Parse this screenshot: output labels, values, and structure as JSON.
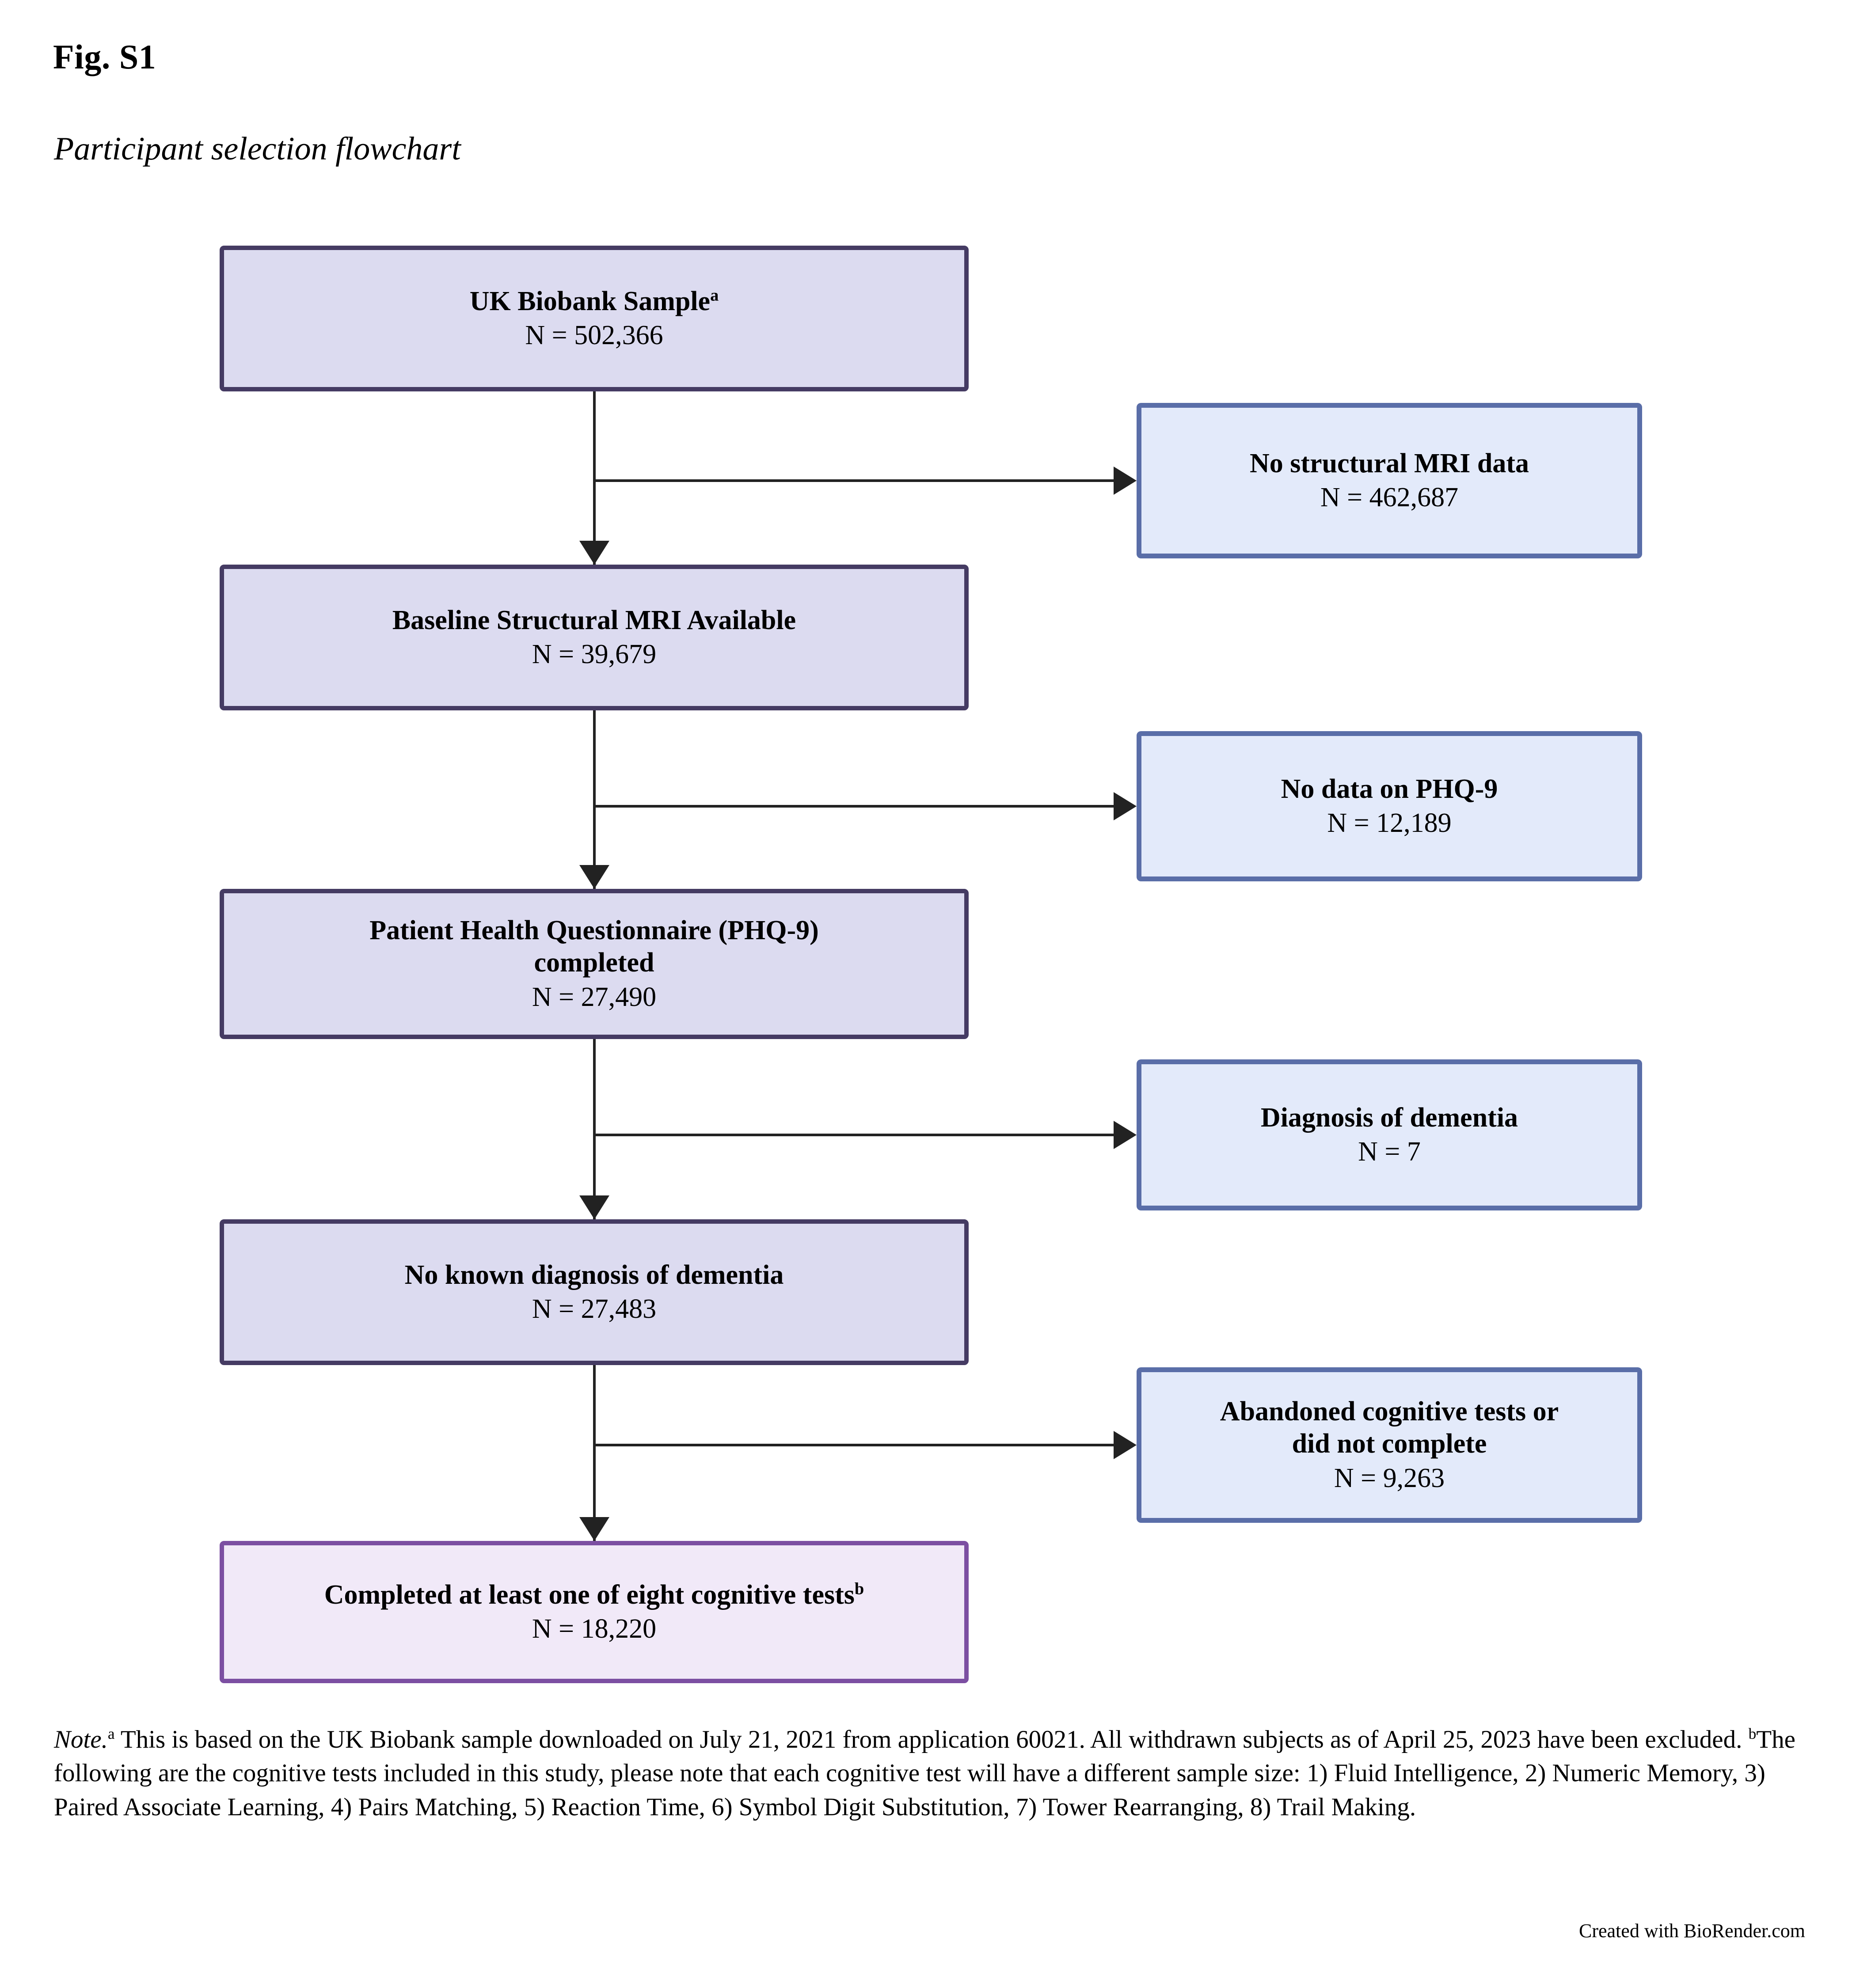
{
  "figure": {
    "label": "Fig. S1",
    "subtitle": "Participant selection flowchart"
  },
  "colors": {
    "main_box_fill": "#dcdbf0",
    "main_box_border": "#453b63",
    "side_box_fill": "#e3eafa",
    "side_box_border": "#5a6ea8",
    "final_box_fill": "#f1e9f8",
    "final_box_border": "#7c4fa2",
    "connector": "#222222",
    "page_background": "#ffffff"
  },
  "chart_data": {
    "type": "flowchart",
    "title": "Participant selection flowchart",
    "orientation": "top-to-bottom with right-side exclusion branches",
    "main_nodes": [
      {
        "id": "ukb",
        "label": "UK Biobank Sample",
        "footnote_marker": "a",
        "n_label": "N = 502,366",
        "n": 502366
      },
      {
        "id": "mri",
        "label": "Baseline Structural MRI Available",
        "footnote_marker": "",
        "n_label": "N = 39,679",
        "n": 39679
      },
      {
        "id": "phq",
        "label": "Patient Health Questionnaire (PHQ-9)\ncompleted",
        "footnote_marker": "",
        "n_label": "N = 27,490",
        "n": 27490
      },
      {
        "id": "nodementia",
        "label": "No known diagnosis of dementia",
        "footnote_marker": "",
        "n_label": "N = 27,483",
        "n": 27483
      },
      {
        "id": "final",
        "label": "Completed at least one of eight cognitive tests",
        "footnote_marker": "b",
        "n_label": "N = 18,220",
        "n": 18220
      }
    ],
    "exclusion_nodes": [
      {
        "id": "no-mri",
        "label": "No structural MRI data",
        "n_label": "N = 462,687",
        "n": 462687,
        "excluded_from": "ukb"
      },
      {
        "id": "no-phq",
        "label": "No data on PHQ-9",
        "n_label": "N = 12,189",
        "n": 12189,
        "excluded_from": "mri"
      },
      {
        "id": "dx-dem",
        "label": "Diagnosis of dementia",
        "n_label": "N = 7",
        "n": 7,
        "excluded_from": "phq"
      },
      {
        "id": "abandoned",
        "label": "Abandoned cognitive tests or\ndid not complete",
        "n_label": "N = 9,263",
        "n": 9263,
        "excluded_from": "nodementia"
      }
    ]
  },
  "boxes": {
    "ukb": {
      "title": "UK Biobank Sample",
      "sup": "a",
      "n": "N = 502,366"
    },
    "mri": {
      "title": "Baseline Structural MRI Available",
      "sup": "",
      "n": "N = 39,679"
    },
    "phq": {
      "title": "Patient Health Questionnaire (PHQ-9)\ncompleted",
      "sup": "",
      "n": "N = 27,490"
    },
    "nodementia": {
      "title": "No known diagnosis of dementia",
      "sup": "",
      "n": "N = 27,483"
    },
    "final": {
      "title": "Completed at least one of eight cognitive tests",
      "sup": "b",
      "n": "N = 18,220"
    },
    "no_mri": {
      "title": "No structural MRI data",
      "n": "N = 462,687"
    },
    "no_phq": {
      "title": "No data on PHQ-9",
      "n": "N = 12,189"
    },
    "dx_dementia": {
      "title": "Diagnosis of dementia",
      "n": "N = 7"
    },
    "abandoned": {
      "title": "Abandoned cognitive tests or\ndid not complete",
      "n": "N = 9,263"
    }
  },
  "note": {
    "label": "Note.",
    "marker_a": "a",
    "text_a": " This is based on the UK Biobank sample downloaded on July 21, 2021 from application 60021. All withdrawn subjects as of April 25, 2023 have been excluded. ",
    "marker_b": "b",
    "text_b": "The following are the cognitive tests included in this study, please note that each cognitive test will have a different sample size: 1) Fluid Intelligence, 2) Numeric Memory, 3) Paired Associate Learning, 4) Pairs Matching, 5) Reaction Time, 6) Symbol Digit Substitution, 7) Tower Rearranging, 8) Trail Making."
  },
  "credit": "Created with BioRender.com"
}
